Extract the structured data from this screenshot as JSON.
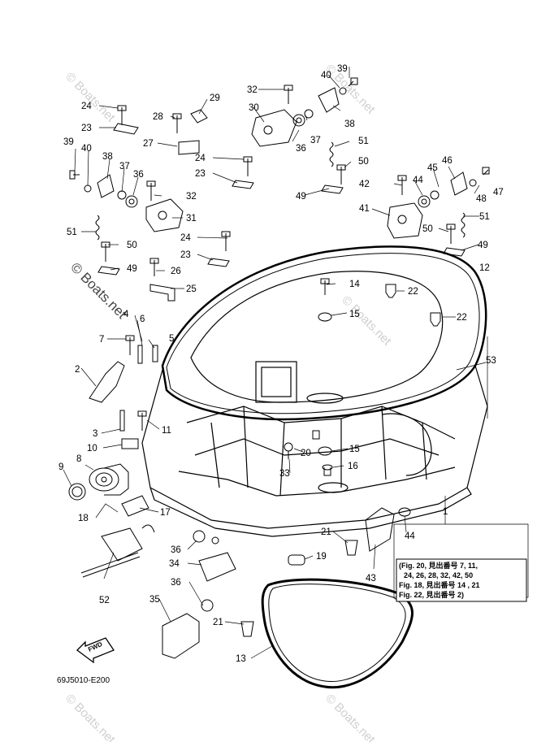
{
  "watermark": "© Boats.net",
  "watermark_large": "© Boats.net",
  "diagram_code": "69J5010-E200",
  "fwd_label": "FWD",
  "note_lines": [
    "(Fig. 20, 見出番号 7, 11,",
    "24, 26, 28, 32, 42, 50",
    "Fig. 18, 見出番号 14 , 21",
    "Fig. 22, 見出番号 2)"
  ],
  "callouts": {
    "c1": "1",
    "c2": "2",
    "c3": "3",
    "c4": "4",
    "c5": "5",
    "c6": "6",
    "c7": "7",
    "c8": "8",
    "c9": "9",
    "c10": "10",
    "c11": "11",
    "c12": "12",
    "c13": "13",
    "c14": "14",
    "c15a": "15",
    "c15b": "15",
    "c16": "16",
    "c17": "17",
    "c18": "18",
    "c19": "19",
    "c20": "20",
    "c21a": "21",
    "c21b": "21",
    "c22a": "22",
    "c22b": "22",
    "c23a": "23",
    "c23b": "23",
    "c23c": "23",
    "c24a": "24",
    "c24b": "24",
    "c24c": "24",
    "c25": "25",
    "c26": "26",
    "c27": "27",
    "c28": "28",
    "c29": "29",
    "c30": "30",
    "c31": "31",
    "c32a": "32",
    "c32b": "32",
    "c33": "33",
    "c34": "34",
    "c35": "35",
    "c36a": "36",
    "c36b": "36",
    "c36c": "36",
    "c36d": "36",
    "c37a": "37",
    "c37b": "37",
    "c38a": "38",
    "c38b": "38",
    "c39a": "39",
    "c39b": "39",
    "c40a": "40",
    "c40b": "40",
    "c41": "41",
    "c42": "42",
    "c43": "43",
    "c44a": "44",
    "c44b": "44",
    "c45": "45",
    "c46": "46",
    "c47": "47",
    "c48": "48",
    "c49a": "49",
    "c49b": "49",
    "c49c": "49",
    "c50a": "50",
    "c50b": "50",
    "c50c": "50",
    "c51a": "51",
    "c51b": "51",
    "c51c": "51",
    "c52": "52",
    "c53": "53"
  }
}
